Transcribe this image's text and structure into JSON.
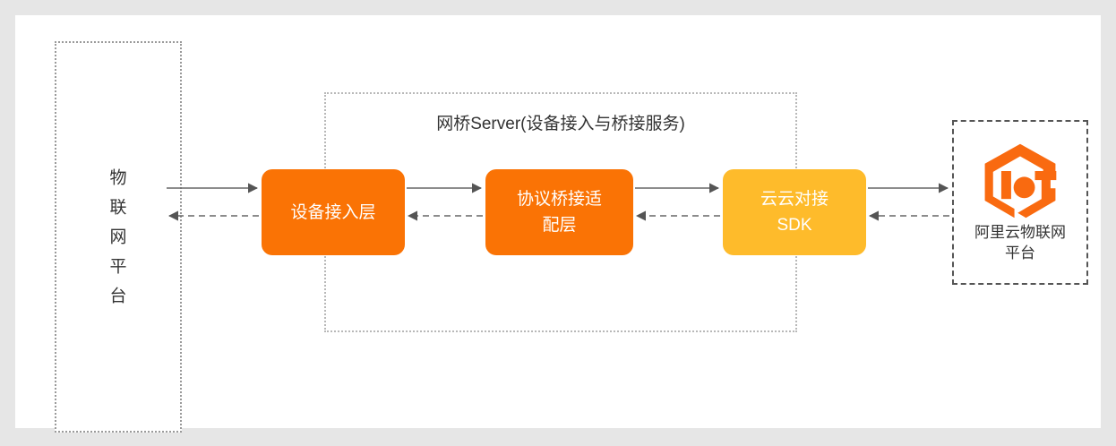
{
  "canvas": {
    "background": "#ffffff",
    "page_background": "#e6e6e6"
  },
  "colors": {
    "orange": "#fa7305",
    "amber": "#febb2b",
    "logo_orange": "#f96a10",
    "text_dark": "#333333",
    "connector": "#666666",
    "dotted_border": "#b8b8b8",
    "dashed_border": "#555555"
  },
  "left_platform": {
    "label": "物\n联\n网\n平\n台",
    "border_style": "dotted"
  },
  "bridge_server": {
    "title": "网桥Server(设备接入与桥接服务)",
    "border_style": "dotted",
    "boxes": [
      {
        "id": "device-access",
        "label": "设备接入层",
        "color": "#fa7305"
      },
      {
        "id": "protocol-adapter",
        "label": "协议桥接适\n配层",
        "color": "#fa7305"
      },
      {
        "id": "cloud-sdk",
        "label": "云云对接\nSDK",
        "color": "#febb2b"
      }
    ]
  },
  "right_platform": {
    "logo_name": "iot-hexagon-logo",
    "logo_text": "IoT",
    "label": "阿里云物联网\n平台",
    "border_style": "dashed"
  },
  "connectors": [
    {
      "from": "left-platform",
      "to": "device-access",
      "style": "solid",
      "direction": "right"
    },
    {
      "from": "device-access",
      "to": "left-platform",
      "style": "dashed",
      "direction": "left"
    },
    {
      "from": "device-access",
      "to": "protocol-adapter",
      "style": "solid",
      "direction": "right"
    },
    {
      "from": "protocol-adapter",
      "to": "device-access",
      "style": "dashed",
      "direction": "left"
    },
    {
      "from": "protocol-adapter",
      "to": "cloud-sdk",
      "style": "solid",
      "direction": "right"
    },
    {
      "from": "cloud-sdk",
      "to": "protocol-adapter",
      "style": "dashed",
      "direction": "left"
    },
    {
      "from": "cloud-sdk",
      "to": "right-platform",
      "style": "solid",
      "direction": "right"
    },
    {
      "from": "right-platform",
      "to": "cloud-sdk",
      "style": "dashed",
      "direction": "left"
    }
  ]
}
